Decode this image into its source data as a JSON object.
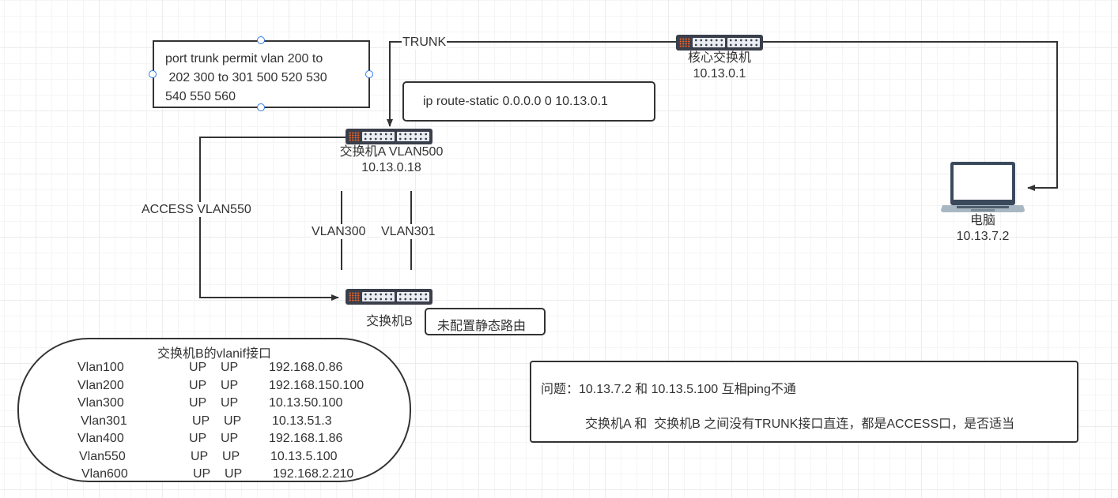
{
  "config_note": {
    "lines": [
      "port trunk permit vlan 200 to",
      " 202 300 to 301 500 520 530",
      "540 550 560"
    ]
  },
  "route_note": "ip route-static 0.0.0.0 0 10.13.0.1",
  "links": {
    "trunk": "TRUNK",
    "access": "ACCESS VLAN550",
    "vlan300": "VLAN300",
    "vlan301": "VLAN301"
  },
  "core_switch": {
    "name": "核心交换机",
    "ip": "10.13.0.1",
    "icon": "network-switch-icon"
  },
  "switch_a": {
    "name": "交换机A VLAN500",
    "ip": "10.13.0.18",
    "icon": "network-switch-icon"
  },
  "switch_b": {
    "name": "交换机B",
    "note": "未配置静态路由",
    "icon": "network-switch-icon"
  },
  "pc": {
    "name": "电脑",
    "ip": "10.13.7.2",
    "icon": "laptop-icon"
  },
  "vlanif_table": {
    "title": "交换机B的vlanif接口",
    "rows": [
      {
        "vlan": "Vlan100",
        "phy": "UP",
        "proto": "UP",
        "ip": "192.168.0.86"
      },
      {
        "vlan": "Vlan200",
        "phy": "UP",
        "proto": "UP",
        "ip": "192.168.150.100"
      },
      {
        "vlan": "Vlan300",
        "phy": "UP",
        "proto": "UP",
        "ip": "10.13.50.100"
      },
      {
        "vlan": "Vlan301",
        "phy": "UP",
        "proto": "UP",
        "ip": "10.13.51.3"
      },
      {
        "vlan": "Vlan400",
        "phy": "UP",
        "proto": "UP",
        "ip": "192.168.1.86"
      },
      {
        "vlan": "Vlan550",
        "phy": "UP",
        "proto": "UP",
        "ip": "10.13.5.100"
      },
      {
        "vlan": "Vlan600",
        "phy": "UP",
        "proto": "UP",
        "ip": "192.168.2.210"
      }
    ]
  },
  "question": {
    "line1": "问题：10.13.7.2 和 10.13.5.100 互相ping不通",
    "line2": "交换机A 和  交换机B 之间没有TRUNK接口直连，都是ACCESS口，是否适当"
  },
  "colors": {
    "line": "#333333",
    "handle": "#2d7be5",
    "switch_body": "#3a3f4b",
    "switch_lights": "#e8622a"
  }
}
